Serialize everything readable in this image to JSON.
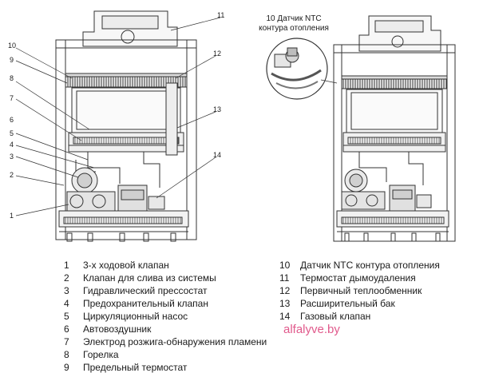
{
  "callout": {
    "line1": "10 Датчик NTC",
    "line2": "контура отопления"
  },
  "diagram_numbers": [
    "1",
    "2",
    "3",
    "4",
    "5",
    "6",
    "7",
    "8",
    "9",
    "10",
    "11",
    "12",
    "13",
    "14"
  ],
  "legend": {
    "left": [
      {
        "num": "1",
        "text": "3-х ходовой клапан"
      },
      {
        "num": "2",
        "text": "Клапан для слива из системы"
      },
      {
        "num": "3",
        "text": "Гидравлический прессостат"
      },
      {
        "num": "4",
        "text": "Предохранительный клапан"
      },
      {
        "num": "5",
        "text": "Циркуляционный насос"
      },
      {
        "num": "6",
        "text": "Автовоздушник"
      },
      {
        "num": "7",
        "text": "Электрод розжига-обнаружения пламени"
      },
      {
        "num": "8",
        "text": "Горелка"
      },
      {
        "num": "9",
        "text": "Предельный термостат"
      }
    ],
    "right": [
      {
        "num": "10",
        "text": "Датчик NTC контура отопления"
      },
      {
        "num": "11",
        "text": "Термостат дымоудаления"
      },
      {
        "num": "12",
        "text": "Первичный теплообменник"
      },
      {
        "num": "13",
        "text": "Расширительный бак"
      },
      {
        "num": "14",
        "text": "Газовый клапан"
      }
    ]
  },
  "watermark": "alfalyve.by"
}
